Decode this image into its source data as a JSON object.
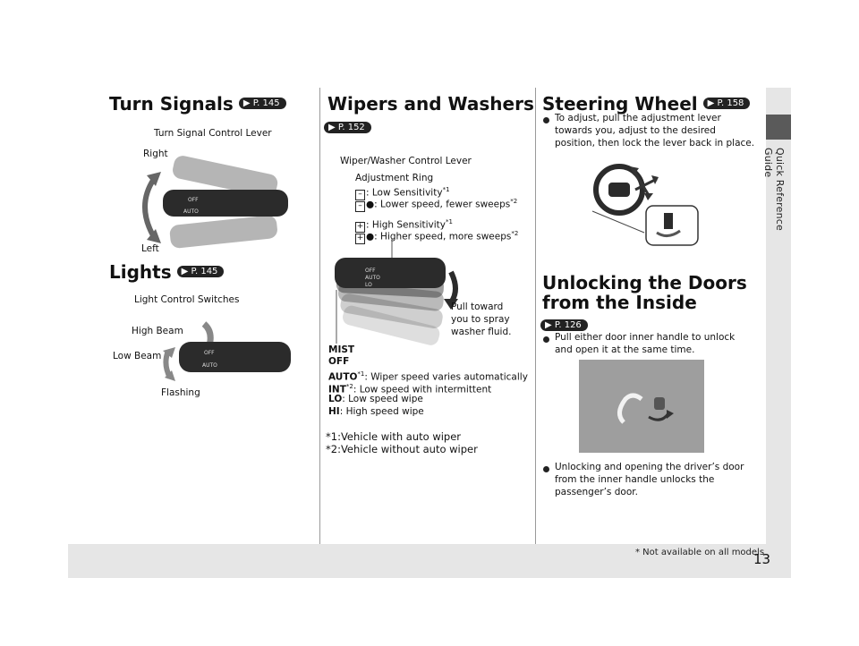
{
  "side_tab": {
    "label": "Quick Reference Guide"
  },
  "footer": {
    "note": "* Not available on all models",
    "page_number": "13"
  },
  "turn_signals": {
    "title": "Turn Signals",
    "ref": "P. 145",
    "lever_label": "Turn Signal Control Lever",
    "right": "Right",
    "left": "Left"
  },
  "lights": {
    "title": "Lights",
    "ref": "P. 145",
    "switch_label": "Light Control Switches",
    "high_beam": "High Beam",
    "low_beam": "Low Beam",
    "flashing": "Flashing"
  },
  "wipers": {
    "title": "Wipers and Washers",
    "ref": "P. 152",
    "lever_label": "Wiper/Washer Control Lever",
    "adjustment_ring": "Adjustment Ring",
    "low_sens": ": Low Sensitivity",
    "low_speed": ": Lower speed, fewer sweeps",
    "high_sens": ": High Sensitivity",
    "high_speed": ": Higher speed, more sweeps",
    "pull_1": "Pull toward",
    "pull_2": "you to spray",
    "pull_3": "washer fluid.",
    "mist": "MIST",
    "off": "OFF",
    "auto": "AUTO",
    "auto_text": ": Wiper speed varies automatically",
    "int": "INT",
    "int_text": ": Low speed with intermittent",
    "lo": "LO",
    "lo_text": ": Low speed wipe",
    "hi": "HI",
    "hi_text": ": High speed wipe",
    "note1": "*1:Vehicle with auto wiper",
    "note2": "*2:Vehicle without auto wiper",
    "sup1": "*1",
    "sup2": "*2",
    "minus": "–",
    "plus": "+"
  },
  "steering": {
    "title": "Steering Wheel",
    "ref": "P. 158",
    "text_1": "To adjust, pull the adjustment lever",
    "text_2": "towards you, adjust to the desired",
    "text_3": "position, then lock the lever back in place."
  },
  "doors": {
    "title_1": "Unlocking the Doors",
    "title_2": "from the Inside",
    "ref": "P. 126",
    "b1_1": "Pull either door inner handle to unlock",
    "b1_2": "and open it at the same time.",
    "b2_1": "Unlocking and opening the driver’s door",
    "b2_2": "from the inner handle unlocks the",
    "b2_3": "passenger’s door."
  },
  "lever_text": {
    "off": "OFF",
    "auto": "AUTO",
    "lo": "LO"
  },
  "colors": {
    "tab_dark": "#5a5a5a",
    "tab_light": "#e6e6e6",
    "lever": "#2b2b2b",
    "photo": "#9e9e9e"
  }
}
